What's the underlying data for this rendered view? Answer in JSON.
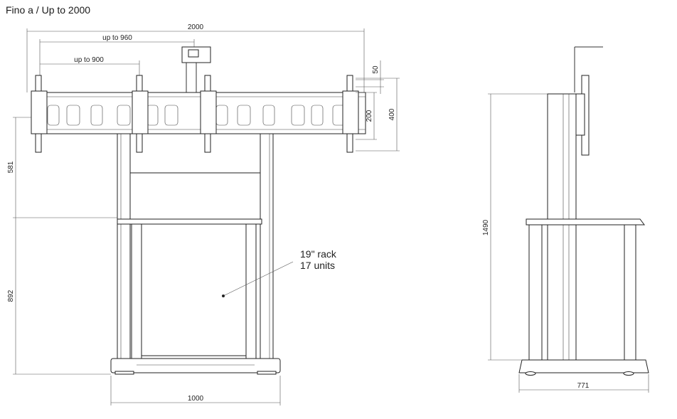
{
  "title": "Fino a / Up to 2000",
  "dimensions": {
    "total_width": "2000",
    "up_to_960": "up to  960",
    "up_to_900": "up to 900",
    "d50": "50",
    "d200": "200",
    "d400": "400",
    "d581": "581",
    "d892": "892",
    "d1000": "1000",
    "d1490": "1490",
    "d771": "771"
  },
  "rack_note": {
    "line1": "19\" rack",
    "line2": "17 units"
  }
}
